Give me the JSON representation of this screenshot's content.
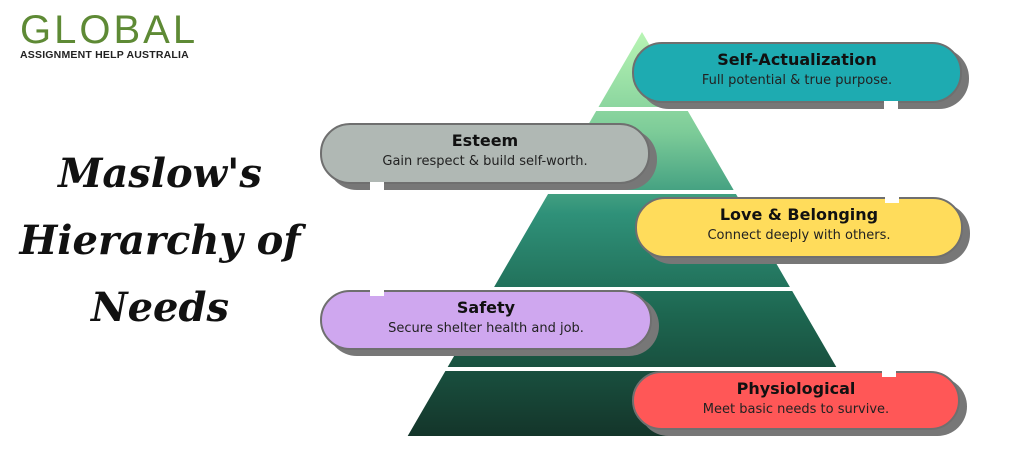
{
  "logo": {
    "word": "GLOBAL",
    "tagline": "ASSIGNMENT HELP AUSTRALIA"
  },
  "title": {
    "line1": "Maslow's",
    "line2": "Hierarchy of",
    "line3": "Needs"
  },
  "levels": [
    {
      "name": "Self-Actualization",
      "desc": "Full potential & true purpose.",
      "color": "#1eabb1"
    },
    {
      "name": "Esteem",
      "desc": "Gain respect & build self-worth.",
      "color": "#b0b8b4"
    },
    {
      "name": "Love & Belonging",
      "desc": "Connect deeply with others.",
      "color": "#ffdc5b"
    },
    {
      "name": "Safety",
      "desc": "Secure shelter health and job.",
      "color": "#cfa7ef"
    },
    {
      "name": "Physiological",
      "desc": "Meet basic needs to survive.",
      "color": "#ff5757"
    }
  ]
}
